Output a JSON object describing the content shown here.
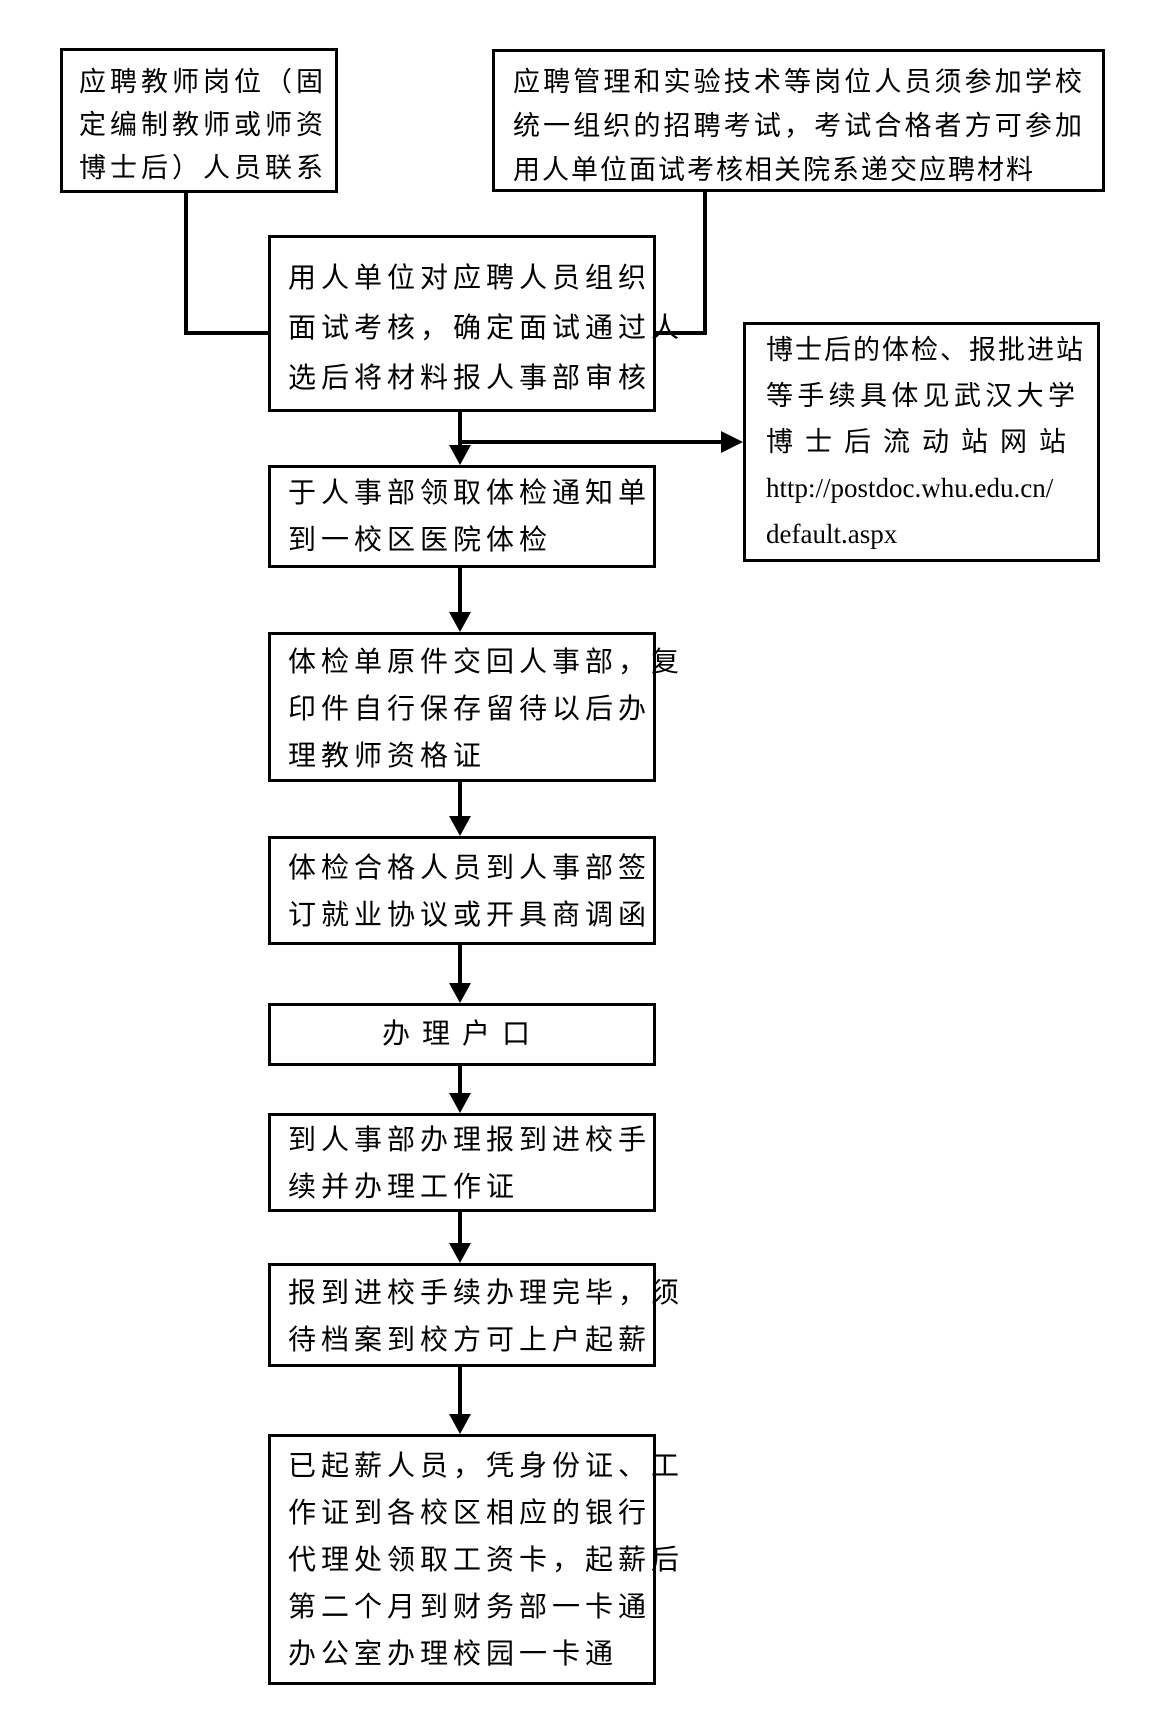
{
  "colors": {
    "background": "#ffffff",
    "line": "#000000",
    "text": "#000000"
  },
  "flow": {
    "b1": {
      "lines": [
        "应聘教师岗位（固",
        "定编制教师或师资",
        "博士后）人员联系"
      ]
    },
    "b2": {
      "lines": [
        "应聘管理和实验技术等岗位人员须参加学校",
        "统一组织的招聘考试，考试合格者方可参加",
        "用人单位面试考核相关院系递交应聘材料"
      ]
    },
    "b3": {
      "lines": [
        "用人单位对应聘人员组织",
        "面试考核，确定面试通过人",
        "选后将材料报人事部审核"
      ]
    },
    "postdoc": {
      "lines": [
        "博士后的体检、报批进站",
        "等手续具体见武汉大学",
        "博士后流动站网站",
        "http://postdoc.whu.edu.cn/",
        "default.aspx"
      ]
    },
    "b4": {
      "lines": [
        "于人事部领取体检通知单",
        "到一校区医院体检"
      ]
    },
    "b5": {
      "lines": [
        "体检单原件交回人事部，复",
        "印件自行保存留待以后办",
        "理教师资格证"
      ]
    },
    "b6": {
      "lines": [
        "体检合格人员到人事部签",
        "订就业协议或开具商调函"
      ]
    },
    "b7": {
      "lines": [
        "办理户口"
      ]
    },
    "b8": {
      "lines": [
        "到人事部办理报到进校手",
        "续并办理工作证"
      ]
    },
    "b9": {
      "lines": [
        "报到进校手续办理完毕，须",
        "待档案到校方可上户起薪"
      ]
    },
    "b10": {
      "lines": [
        "已起薪人员，凭身份证、工",
        "作证到各校区相应的银行",
        "代理处领取工资卡，起薪后",
        "第二个月到财务部一卡通",
        "办公室办理校园一卡通"
      ]
    }
  }
}
